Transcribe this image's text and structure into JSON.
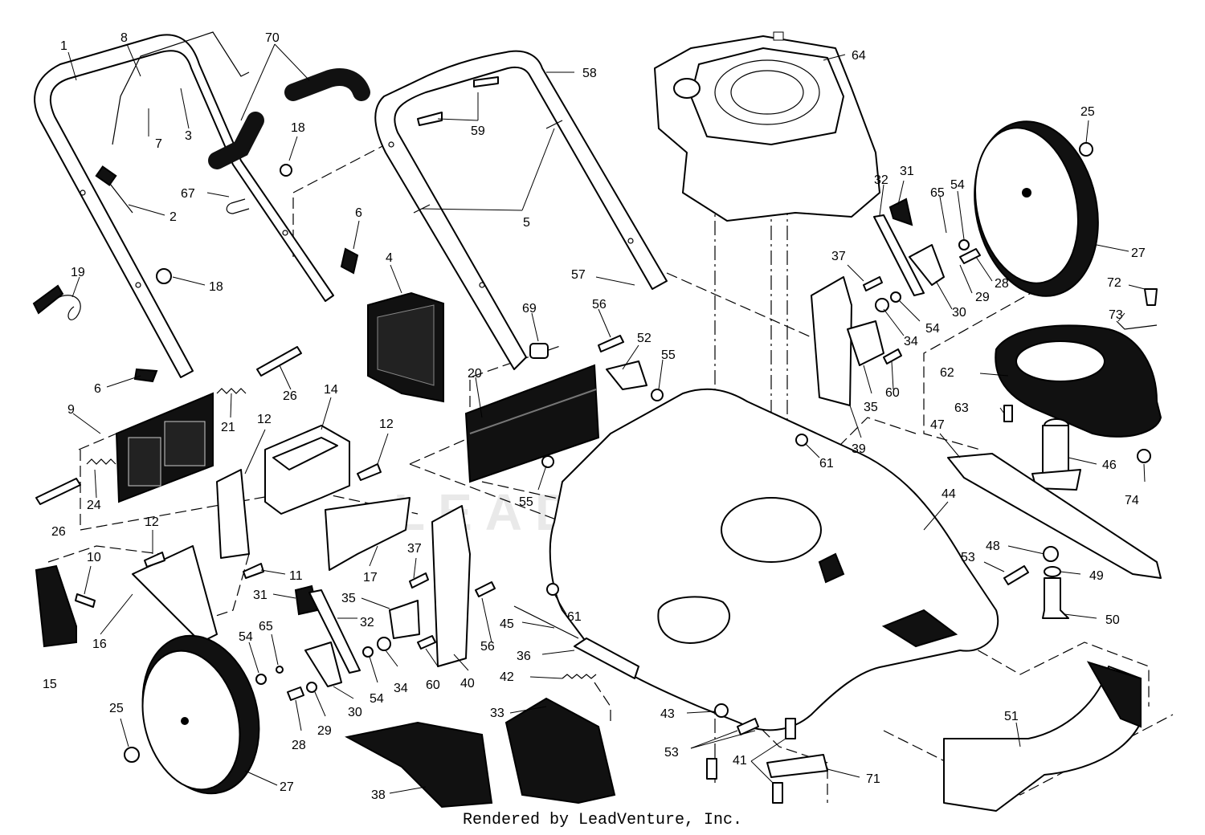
{
  "watermark": "LEADVENTURE",
  "credit": "Rendered by LeadVenture, Inc.",
  "callouts": [
    {
      "id": "c1",
      "text": "1"
    },
    {
      "id": "c8",
      "text": "8"
    },
    {
      "id": "c70",
      "text": "70"
    },
    {
      "id": "c7",
      "text": "7"
    },
    {
      "id": "c3",
      "text": "3"
    },
    {
      "id": "c18a",
      "text": "18"
    },
    {
      "id": "c67",
      "text": "67"
    },
    {
      "id": "c2",
      "text": "2"
    },
    {
      "id": "c6a",
      "text": "6"
    },
    {
      "id": "c19",
      "text": "19"
    },
    {
      "id": "c18b",
      "text": "18"
    },
    {
      "id": "c4",
      "text": "4"
    },
    {
      "id": "c6b",
      "text": "6"
    },
    {
      "id": "c9",
      "text": "9"
    },
    {
      "id": "c26a",
      "text": "26"
    },
    {
      "id": "c21",
      "text": "21"
    },
    {
      "id": "c14",
      "text": "14"
    },
    {
      "id": "c12a",
      "text": "12"
    },
    {
      "id": "c12b",
      "text": "12"
    },
    {
      "id": "c24",
      "text": "24"
    },
    {
      "id": "c26b",
      "text": "26"
    },
    {
      "id": "c12c",
      "text": "12"
    },
    {
      "id": "c10",
      "text": "10"
    },
    {
      "id": "c11",
      "text": "11"
    },
    {
      "id": "c17",
      "text": "17"
    },
    {
      "id": "c16",
      "text": "16"
    },
    {
      "id": "c15",
      "text": "15"
    },
    {
      "id": "c58",
      "text": "58"
    },
    {
      "id": "c59",
      "text": "59"
    },
    {
      "id": "c5",
      "text": "5"
    },
    {
      "id": "c57",
      "text": "57"
    },
    {
      "id": "c56a",
      "text": "56"
    },
    {
      "id": "c69",
      "text": "69"
    },
    {
      "id": "c52",
      "text": "52"
    },
    {
      "id": "c55a",
      "text": "55"
    },
    {
      "id": "c20",
      "text": "20"
    },
    {
      "id": "c55b",
      "text": "55"
    },
    {
      "id": "c64",
      "text": "64"
    },
    {
      "id": "c25a",
      "text": "25"
    },
    {
      "id": "c31a",
      "text": "31"
    },
    {
      "id": "c32a",
      "text": "32"
    },
    {
      "id": "c65a",
      "text": "65"
    },
    {
      "id": "c54a",
      "text": "54"
    },
    {
      "id": "c27a",
      "text": "27"
    },
    {
      "id": "c37a",
      "text": "37"
    },
    {
      "id": "c28a",
      "text": "28"
    },
    {
      "id": "c29a",
      "text": "29"
    },
    {
      "id": "c30a",
      "text": "30"
    },
    {
      "id": "c54b",
      "text": "54"
    },
    {
      "id": "c34a",
      "text": "34"
    },
    {
      "id": "c72",
      "text": "72"
    },
    {
      "id": "c73",
      "text": "73"
    },
    {
      "id": "c35a",
      "text": "35"
    },
    {
      "id": "c60a",
      "text": "60"
    },
    {
      "id": "c62",
      "text": "62"
    },
    {
      "id": "c63",
      "text": "63"
    },
    {
      "id": "c39",
      "text": "39"
    },
    {
      "id": "c47",
      "text": "47"
    },
    {
      "id": "c61a",
      "text": "61"
    },
    {
      "id": "c46",
      "text": "46"
    },
    {
      "id": "c74",
      "text": "74"
    },
    {
      "id": "c44",
      "text": "44"
    },
    {
      "id": "c37b",
      "text": "37"
    },
    {
      "id": "c40",
      "text": "40"
    },
    {
      "id": "c31b",
      "text": "31"
    },
    {
      "id": "c35b",
      "text": "35"
    },
    {
      "id": "c32b",
      "text": "32"
    },
    {
      "id": "c45",
      "text": "45"
    },
    {
      "id": "c61b",
      "text": "61"
    },
    {
      "id": "c53a",
      "text": "53"
    },
    {
      "id": "c48",
      "text": "48"
    },
    {
      "id": "c49",
      "text": "49"
    },
    {
      "id": "c50",
      "text": "50"
    },
    {
      "id": "c54c",
      "text": "54"
    },
    {
      "id": "c65b",
      "text": "65"
    },
    {
      "id": "c56b",
      "text": "56"
    },
    {
      "id": "c36",
      "text": "36"
    },
    {
      "id": "c34b",
      "text": "34"
    },
    {
      "id": "c60b",
      "text": "60"
    },
    {
      "id": "c54d",
      "text": "54"
    },
    {
      "id": "c42",
      "text": "42"
    },
    {
      "id": "c25b",
      "text": "25"
    },
    {
      "id": "c30b",
      "text": "30"
    },
    {
      "id": "c29b",
      "text": "29"
    },
    {
      "id": "c28b",
      "text": "28"
    },
    {
      "id": "c33",
      "text": "33"
    },
    {
      "id": "c43",
      "text": "43"
    },
    {
      "id": "c53b",
      "text": "53"
    },
    {
      "id": "c41",
      "text": "41"
    },
    {
      "id": "c71",
      "text": "71"
    },
    {
      "id": "c51",
      "text": "51"
    },
    {
      "id": "c27b",
      "text": "27"
    },
    {
      "id": "c38",
      "text": "38"
    }
  ]
}
